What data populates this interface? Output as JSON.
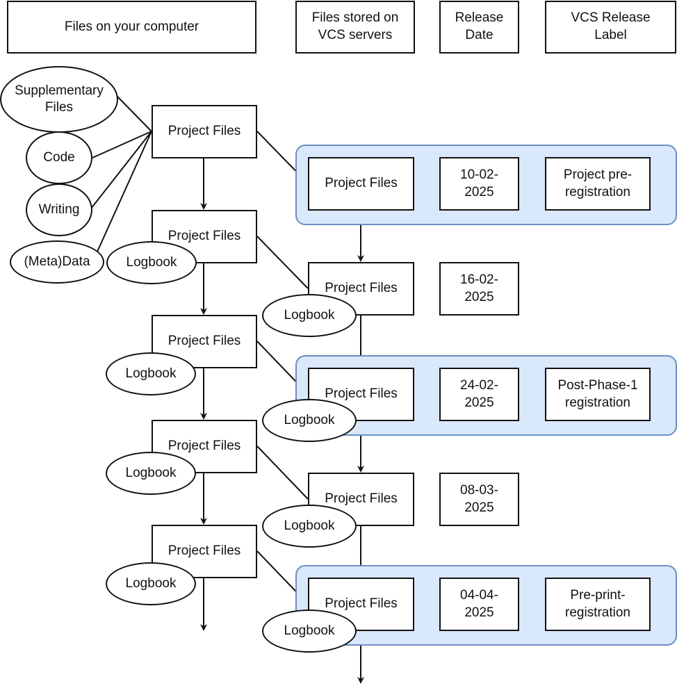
{
  "colors": {
    "band_fill": "#dae8fc",
    "band_stroke": "#6c8ebf",
    "line": "#111111"
  },
  "headers": {
    "computer": "Files on your computer",
    "vcs": "Files stored on\nVCS servers",
    "date": "Release\nDate",
    "label": "VCS Release\nLabel"
  },
  "sources": {
    "supplementary": "Supplementary\nFiles",
    "code": "Code",
    "writing": "Writing",
    "metadata": "(Meta)Data"
  },
  "node_labels": {
    "project_files": "Project Files",
    "logbook": "Logbook"
  },
  "releases": [
    {
      "date": "10-02-\n2025",
      "label": "Project pre-\nregistration",
      "highlighted": true
    },
    {
      "date": "16-02-\n2025",
      "label": "",
      "highlighted": false
    },
    {
      "date": "24-02-\n2025",
      "label": "Post-Phase-1\nregistration",
      "highlighted": true
    },
    {
      "date": "08-03-\n2025",
      "label": "",
      "highlighted": false
    },
    {
      "date": "04-04-\n2025",
      "label": "Pre-print-\nregistration",
      "highlighted": true
    }
  ]
}
